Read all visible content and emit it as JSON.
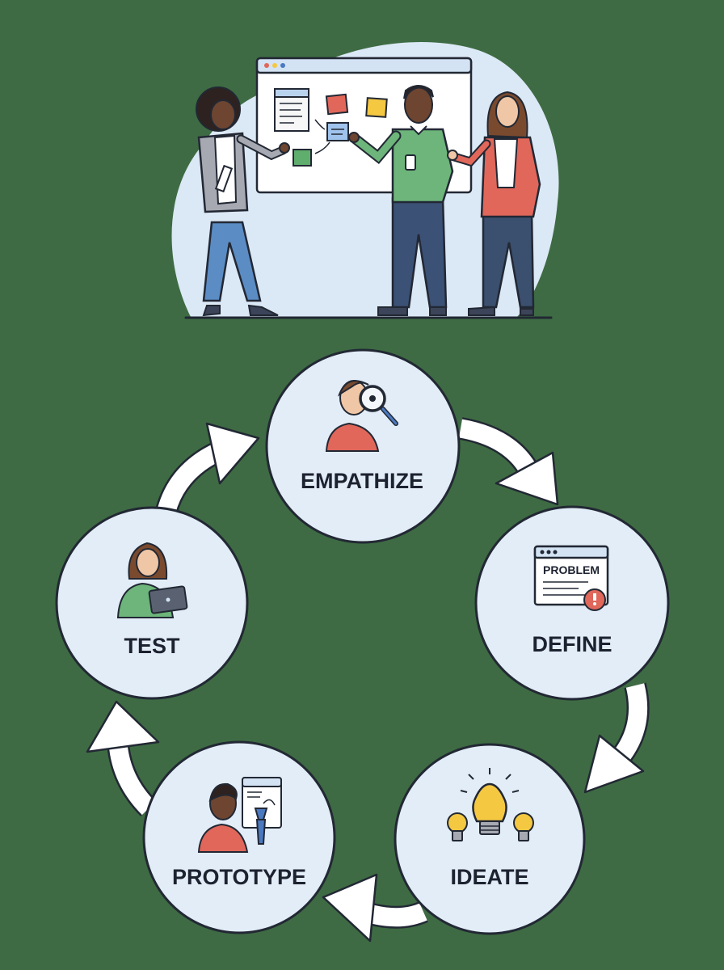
{
  "colors": {
    "background": "#3e6b43",
    "circle_fill": "#e2edf8",
    "outline": "#222834",
    "arrow_fill": "#ffffff",
    "accent_red": "#e0675a",
    "accent_green": "#5fae6e",
    "accent_yellow": "#f5c842",
    "accent_blue": "#4b79c0"
  },
  "stages": [
    {
      "id": "empathize",
      "label": "EMPATHIZE",
      "icon": "magnifier-person-icon"
    },
    {
      "id": "define",
      "label": "DEFINE",
      "icon": "problem-window-icon"
    },
    {
      "id": "ideate",
      "label": "IDEATE",
      "icon": "lightbulbs-icon"
    },
    {
      "id": "prototype",
      "label": "PROTOTYPE",
      "icon": "designer-pen-icon"
    },
    {
      "id": "test",
      "label": "TEST",
      "icon": "tablet-user-icon"
    }
  ],
  "define_card": {
    "text": "PROBLEM"
  },
  "flow": "clockwise: empathize -> define -> ideate -> prototype -> test -> empathize"
}
